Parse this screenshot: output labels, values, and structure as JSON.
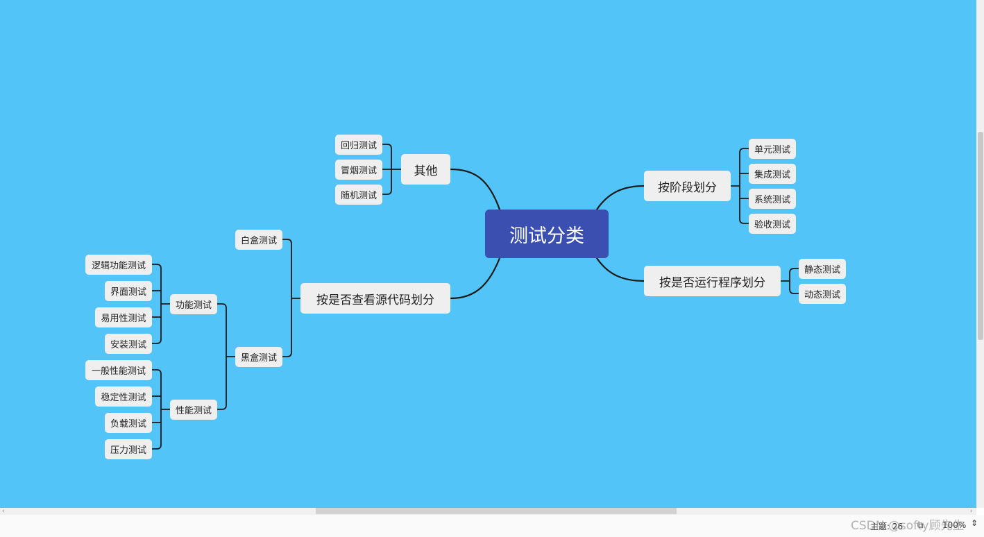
{
  "mindmap": {
    "root": "测试分类",
    "branches": [
      {
        "label": "其他",
        "children": [
          "回归测试",
          "冒烟测试",
          "随机测试"
        ]
      },
      {
        "label": "按是否查看源代码划分",
        "children": [
          {
            "label": "白盒测试",
            "children": []
          },
          {
            "label": "黑盒测试",
            "children": [
              {
                "label": "功能测试",
                "children": [
                  "逻辑功能测试",
                  "界面测试",
                  "易用性测试",
                  "安装测试"
                ]
              },
              {
                "label": "性能测试",
                "children": [
                  "一般性能测试",
                  "稳定性测试",
                  "负载测试",
                  "压力测试"
                ]
              }
            ]
          }
        ]
      },
      {
        "label": "按阶段划分",
        "children": [
          "单元测试",
          "集成测试",
          "系统测试",
          "验收测试"
        ]
      },
      {
        "label": "按是否运行程序划分",
        "children": [
          "静态测试",
          "动态测试"
        ]
      }
    ]
  },
  "colors": {
    "canvas": "#53c4f7",
    "root": "#3a4fb0",
    "node": "#efefef",
    "line": "#1a1a1a"
  },
  "statusbar": {
    "topic_label": "主题",
    "topic_count": "26",
    "zoom": "100%",
    "watermark": "CSDN @softy顾先生"
  }
}
